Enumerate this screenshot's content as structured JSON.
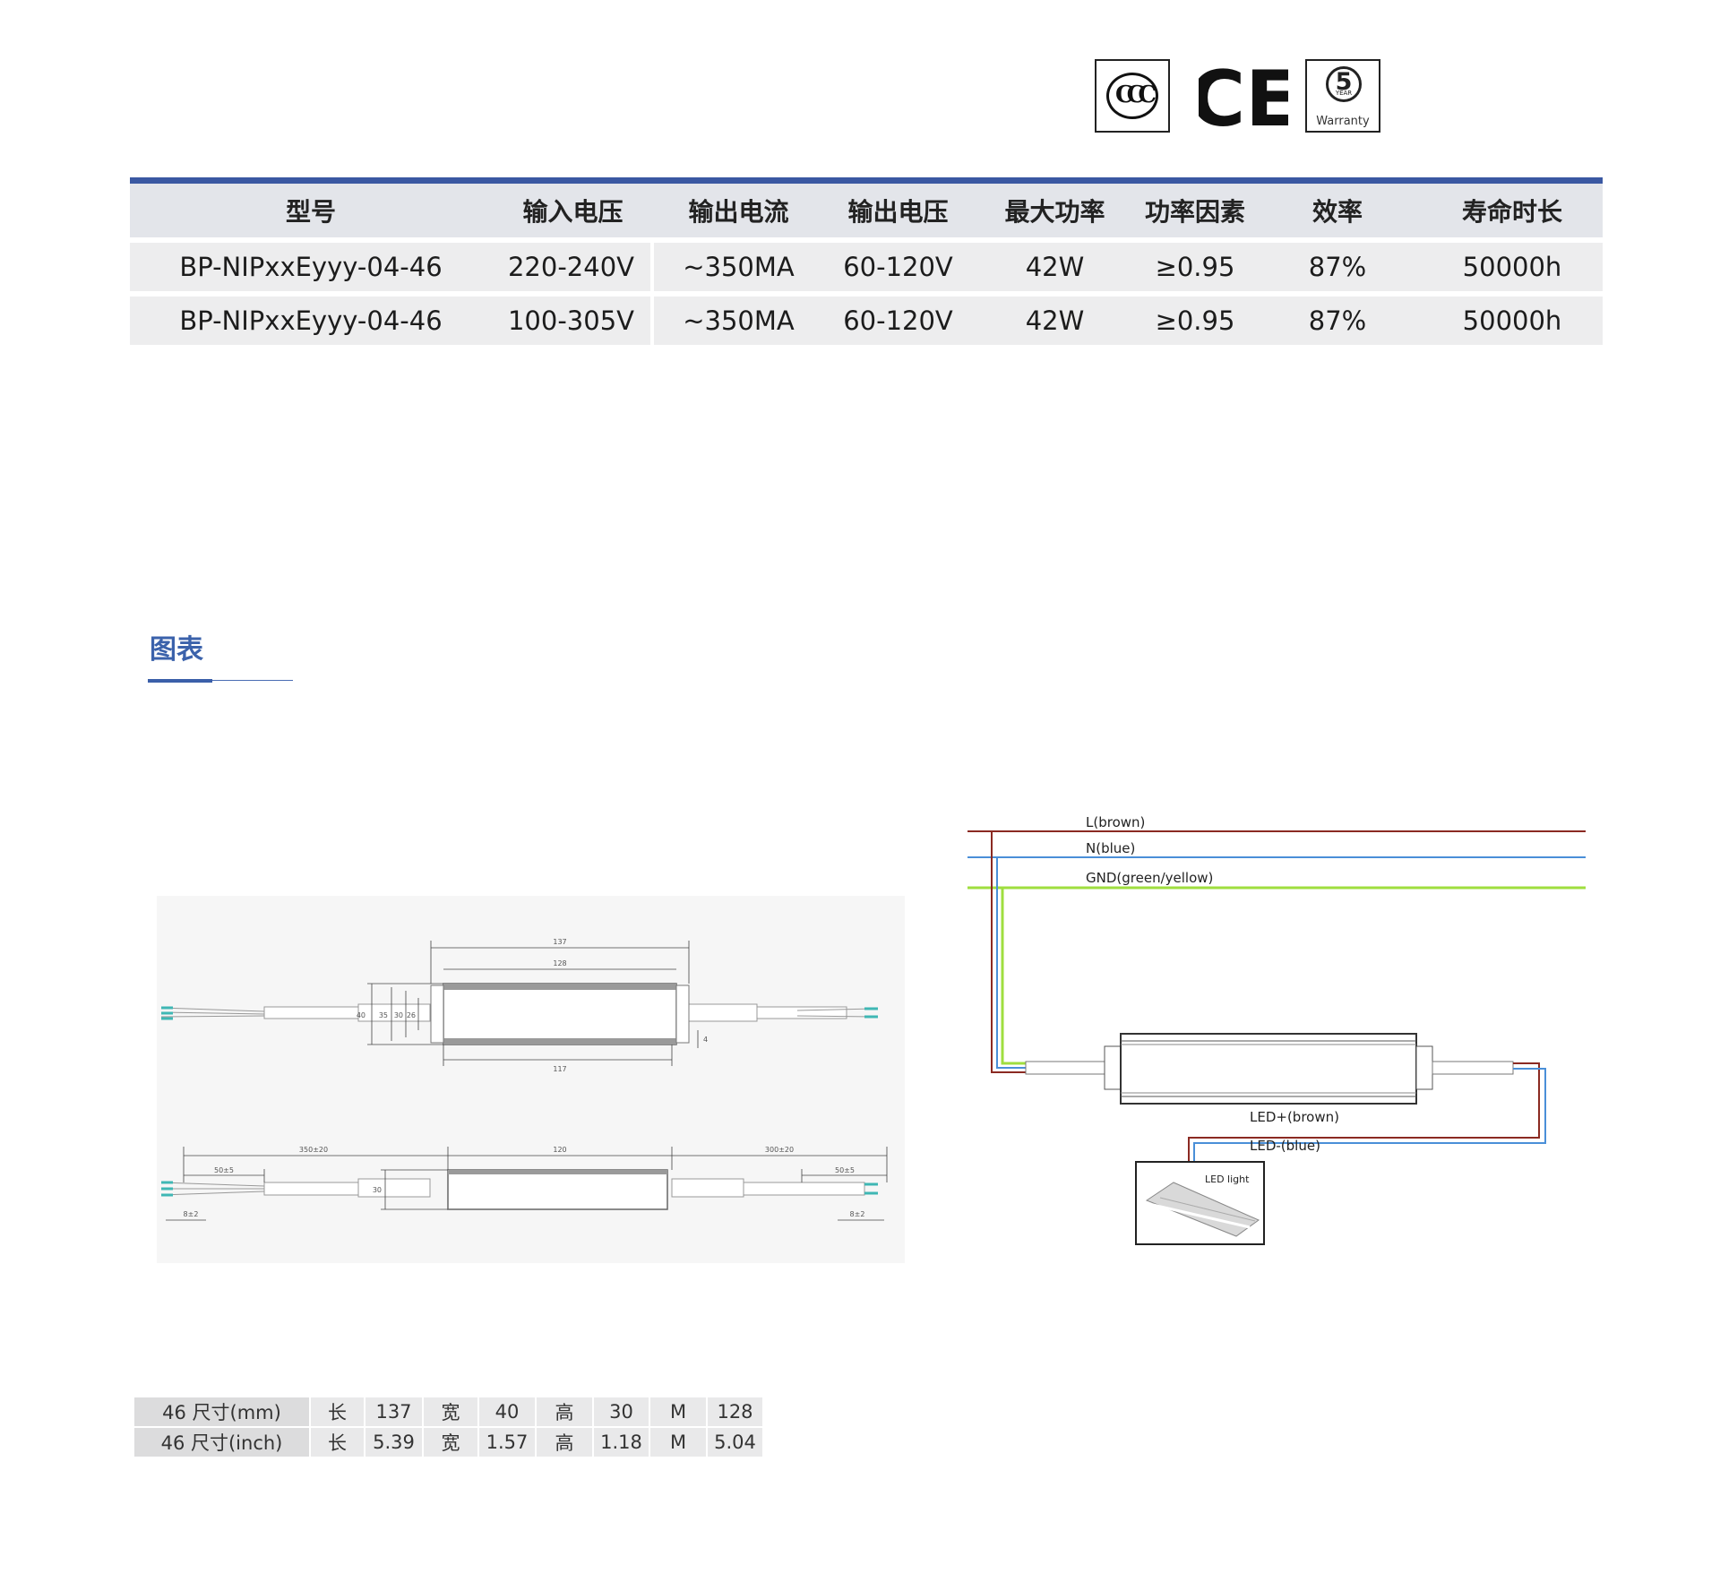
{
  "certifications": {
    "ccc_mark": "CCC",
    "ce_mark": "CE",
    "warranty_years": "5",
    "warranty_year_label": "YEAR",
    "warranty_label": "Warranty"
  },
  "spec_table": {
    "headers": [
      "型号",
      "输入电压",
      "输出电流",
      "输出电压",
      "最大功率",
      "功率因素",
      "效率",
      "寿命时长"
    ],
    "rows": [
      [
        "BP-NIPxxEyyy-04-46",
        "220-240V",
        "~350MA",
        "60-120V",
        "42W",
        "≥0.95",
        "87%",
        "50000h"
      ],
      [
        "BP-NIPxxEyyy-04-46",
        "100-305V",
        "~350MA",
        "60-120V",
        "42W",
        "≥0.95",
        "87%",
        "50000h"
      ]
    ]
  },
  "section": {
    "title": "图表"
  },
  "dimension_drawing": {
    "labels": [
      "137",
      "128",
      "117",
      "40",
      "35",
      "30",
      "26",
      "4",
      "350±20",
      "120",
      "300±20",
      "50±5",
      "50±5",
      "30",
      "8±2",
      "8±2"
    ]
  },
  "wiring_diagram": {
    "wire_labels": [
      "L(brown)",
      "N(blue)",
      "GND(green/yellow)",
      "LED+(brown)",
      "LED-(blue)"
    ],
    "load_label": "LED light",
    "colors": {
      "brown": "#8b2a22",
      "blue": "#4a8fd8",
      "green": "#9fde3f"
    }
  },
  "size_table": {
    "rows": [
      [
        "46 尺寸(mm)",
        "长",
        "137",
        "宽",
        "40",
        "高",
        "30",
        "M",
        "128"
      ],
      [
        "46 尺寸(inch)",
        "长",
        "5.39",
        "宽",
        "1.57",
        "高",
        "1.18",
        "M",
        "5.04"
      ]
    ]
  }
}
